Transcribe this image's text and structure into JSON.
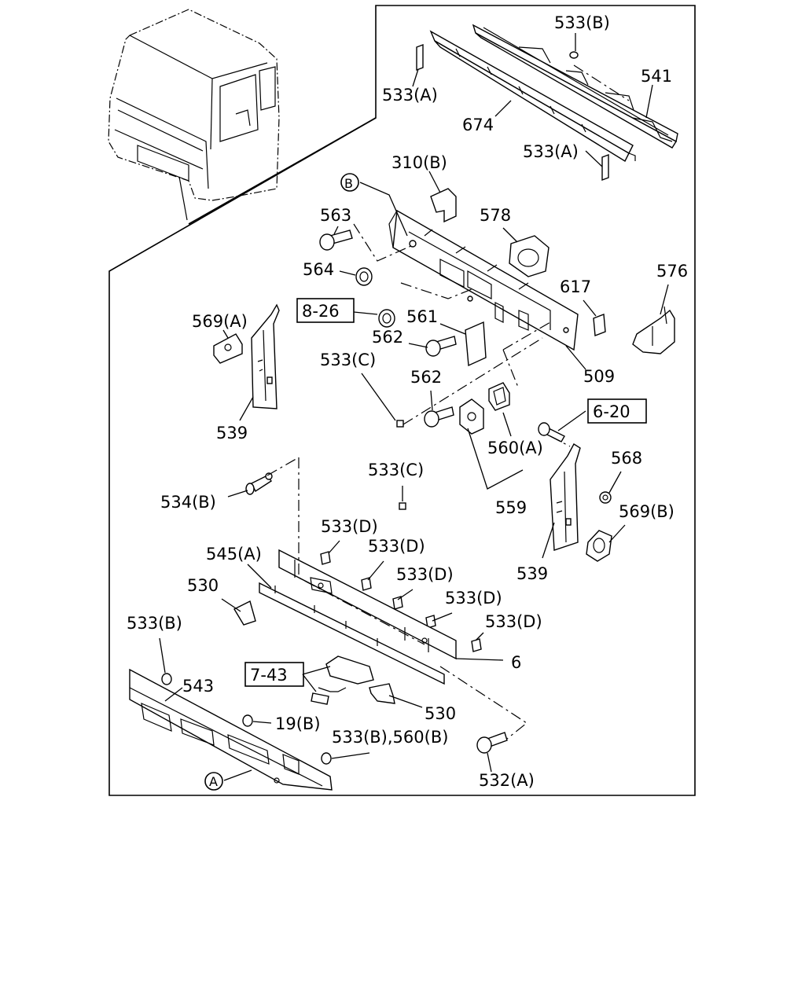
{
  "labels": {
    "p533B_top": "533(B)",
    "p541": "541",
    "p533A_top": "533(A)",
    "p674": "674",
    "p533A_mid": "533(A)",
    "p310B": "310(B)",
    "circleB": "B",
    "p563": "563",
    "p578": "578",
    "p564": "564",
    "p576": "576",
    "p569A": "569(A)",
    "ref826": "8-26",
    "p617": "617",
    "p561": "561",
    "p562a": "562",
    "p533C_a": "533(C)",
    "p509": "509",
    "p539_left": "539",
    "p562b": "562",
    "ref620": "6-20",
    "p560A": "560(A)",
    "p568": "568",
    "p533C_b": "533(C)",
    "p534B": "534(B)",
    "p559": "559",
    "p569B": "569(B)",
    "p533D_1": "533(D)",
    "p533D_2": "533(D)",
    "p545A": "545(A)",
    "p539_right": "539",
    "p533D_3": "533(D)",
    "p530_top": "530",
    "p533D_4": "533(D)",
    "p533B_left": "533(B)",
    "p533D_5": "533(D)",
    "p6": "6",
    "ref743": "7-43",
    "p543": "543",
    "p530_bot": "530",
    "p19B": "19(B)",
    "p533B560B": "533(B),560(B)",
    "circleA": "A",
    "p532A": "532(A)"
  }
}
